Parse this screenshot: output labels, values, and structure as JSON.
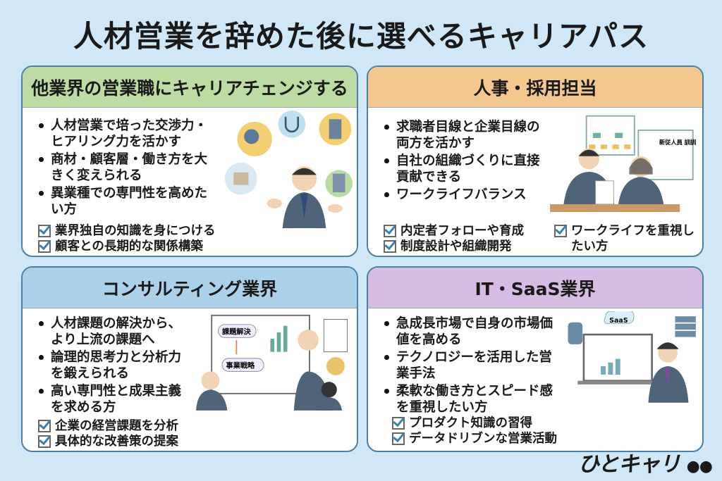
{
  "title": "人材営業を辞めた後に選べるキャリアパス",
  "cards": [
    {
      "title": "他業界の営業職にキャリアチェンジする",
      "color": "#bcdca3",
      "bullets": [
        "人材営業で培った交渉力・ヒアリング力を活かす",
        "商材・顧客層・働き方を大きく変えられる",
        "異業種での専門性を高めたい方"
      ],
      "checks": [
        "業界独自の知識を身につける",
        "顧客との長期的な関係構築"
      ]
    },
    {
      "title": "人事・採用担当",
      "color": "#f4c790",
      "bullets": [
        "求職者目線と企業目線の両方を活かす",
        "自社の組織づくりに直接貢献できる",
        "ワークライフバランス"
      ],
      "checks": [
        "内定者フォローや育成",
        "制度設計や組織開発",
        "ワークライフを重視したい方"
      ],
      "board_text": "新従人員 訓訓"
    },
    {
      "title": "コンサルティング業界",
      "color": "#abd1e8",
      "bullets": [
        "人材課題の解決から、より上流の課題へ",
        "論理的思考力と分析力を鍛えられる",
        "高い専門性と成果主義を求める方"
      ],
      "checks": [
        "企業の経営課題を分析",
        "具体的な改善策の提案"
      ],
      "board": [
        "課題解決",
        "事業戦略"
      ]
    },
    {
      "title": "IT・SaaS業界",
      "color": "#d6bbe2",
      "bullets": [
        "急成長市場で自身の市場価値を高める",
        "テクノロジーを活用した営業手法",
        "柔軟な働き方とスピード感を重視したい方"
      ],
      "checks": [
        "プロダクト知識の習得",
        "データドリブンな営業活動"
      ],
      "cloud": "SaaS"
    }
  ],
  "logo": "ひとキャリ"
}
